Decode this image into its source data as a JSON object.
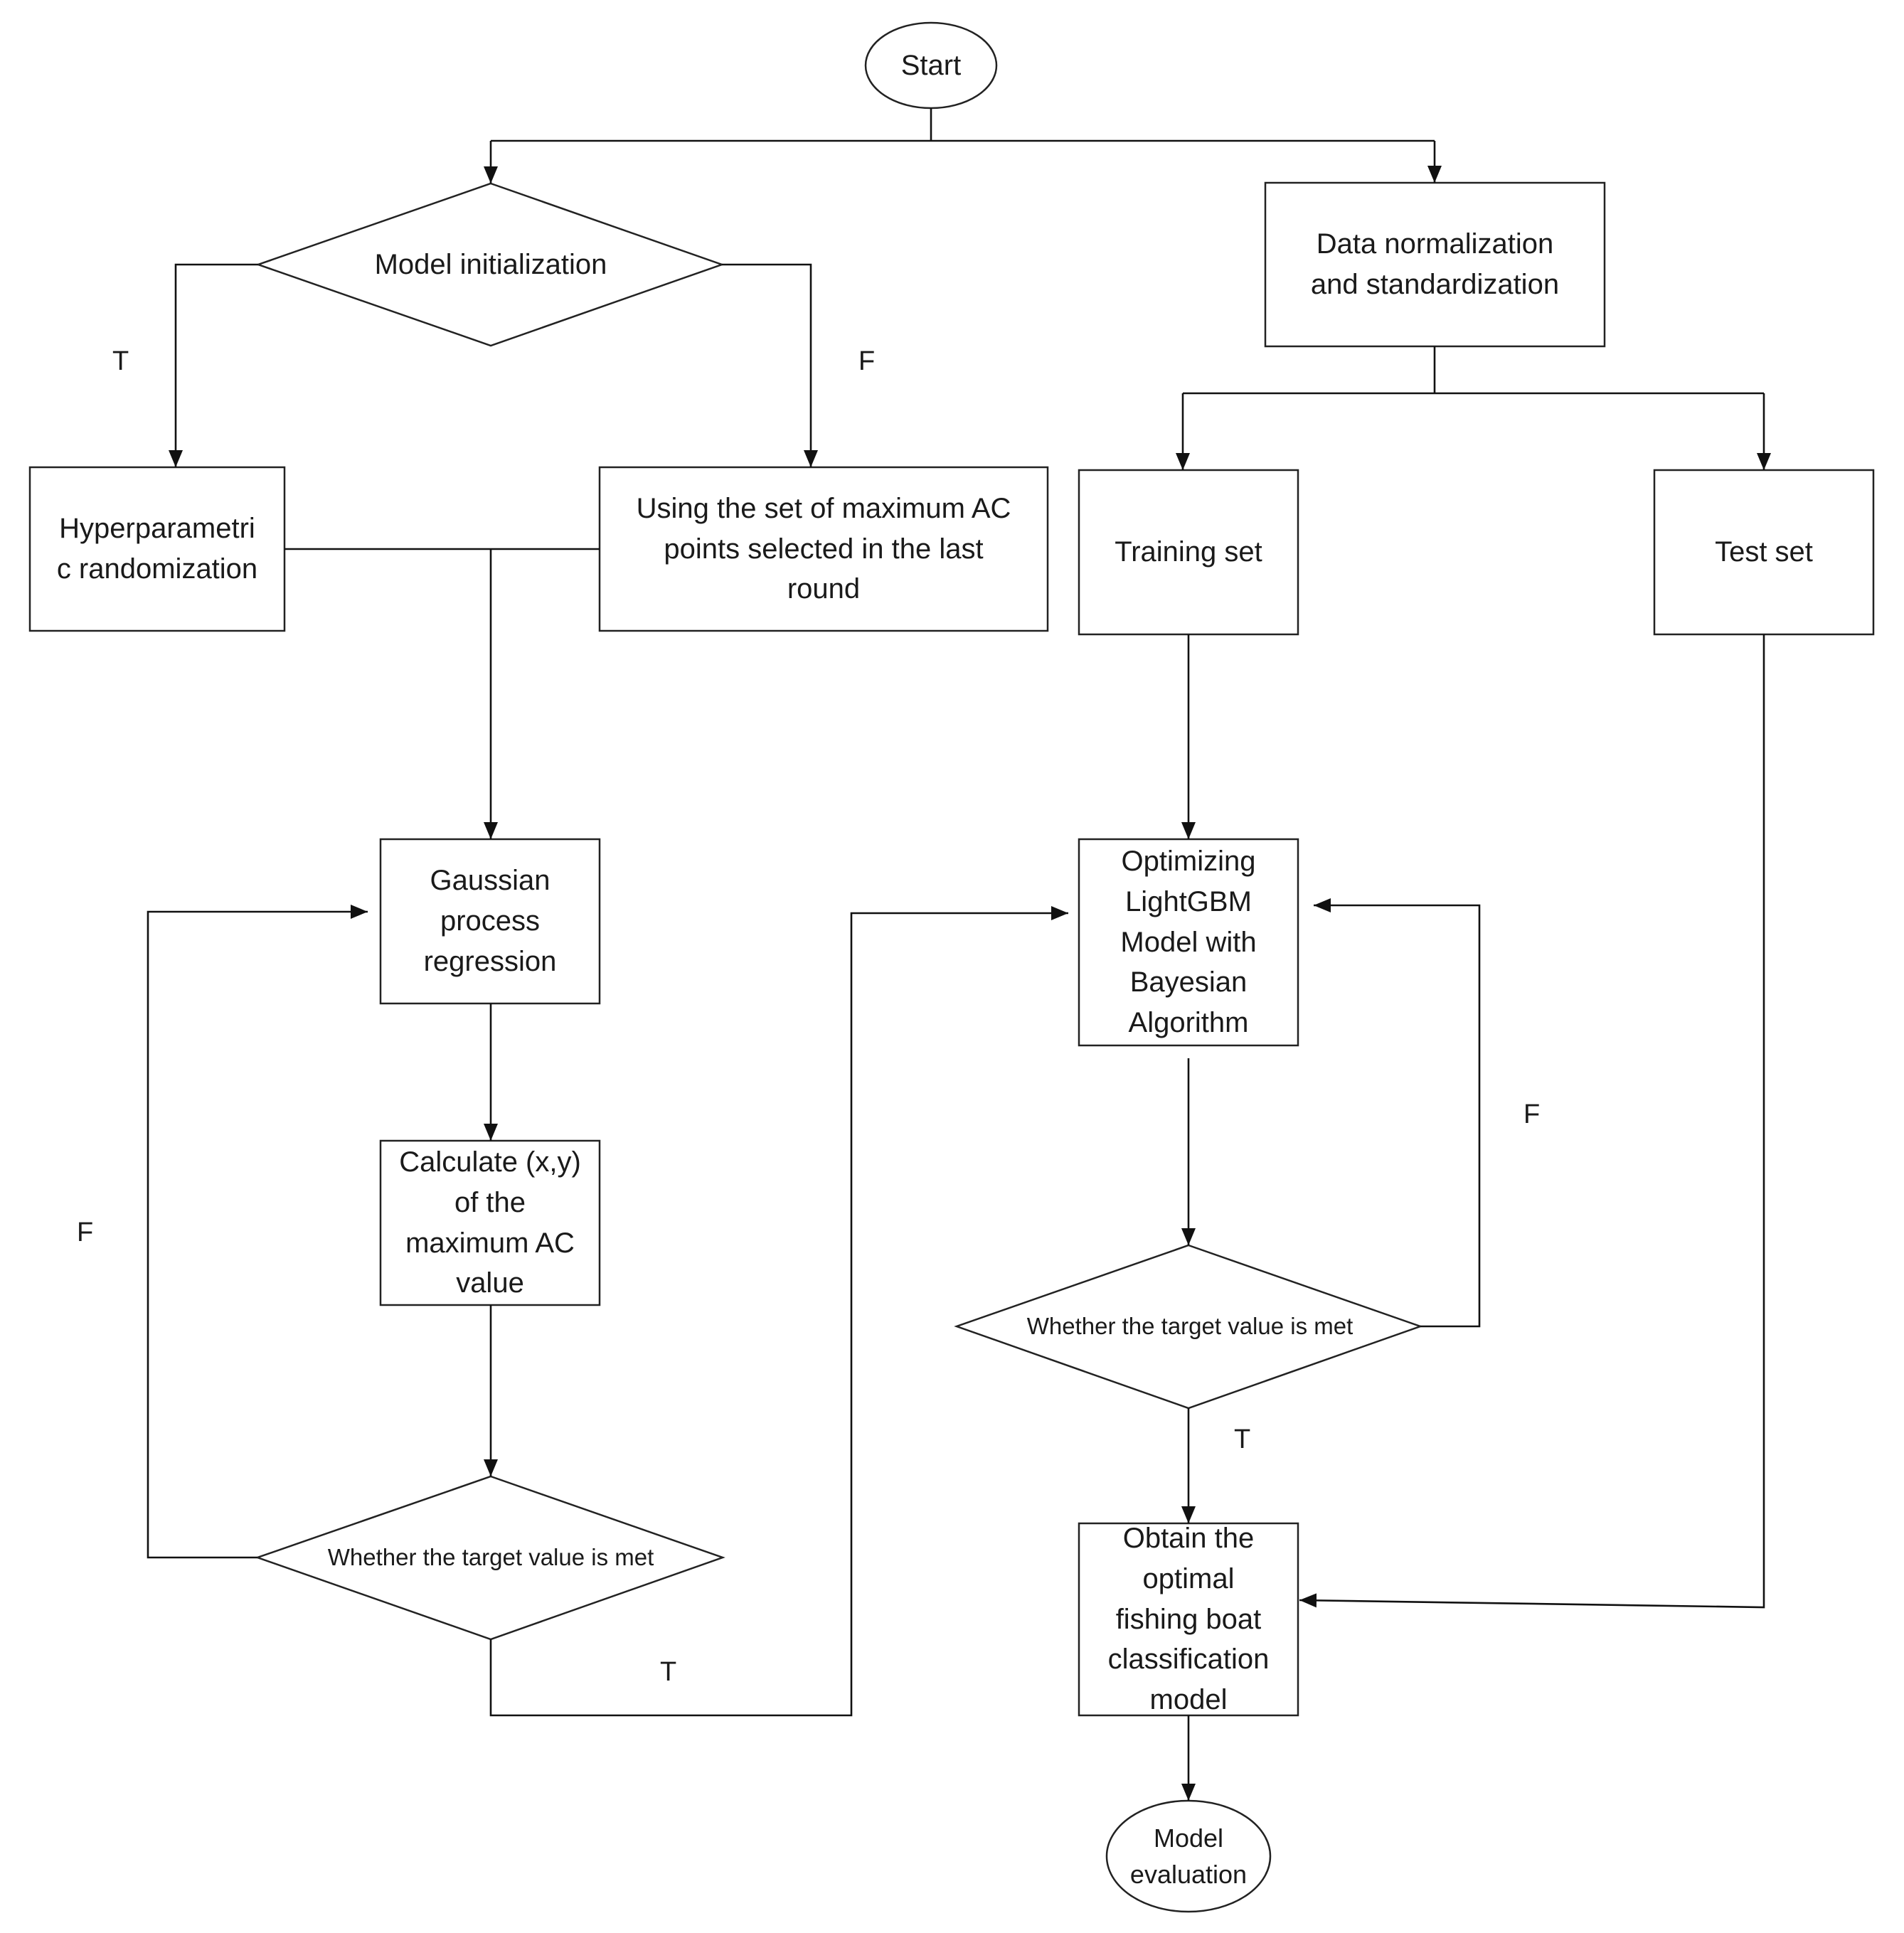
{
  "nodes": {
    "start": "Start",
    "model_init": "Model initialization",
    "data_norm": "Data normalization\nand standardization",
    "hyper_random": "Hyperparametri\nc randomization",
    "max_ac_set": "Using the set of maximum AC\npoints selected in the last\nround",
    "training_set": "Training set",
    "test_set": "Test set",
    "gpr": "Gaussian\nprocess\nregression",
    "calc_xy": "Calculate (x,y)\nof the\nmaximum AC\nvalue",
    "target_left": "Whether the target value is met",
    "optimizing": "Optimizing\nLightGBM\nModel with\nBayesian\nAlgorithm",
    "target_right": "Whether the target value is met",
    "obtain": "Obtain the\noptimal\nfishing boat\nclassification\nmodel",
    "evaluation": "Model\nevaluation"
  },
  "edge_labels": {
    "init_true": "T",
    "init_false": "F",
    "left_false": "F",
    "left_true": "T",
    "right_false": "F",
    "right_true": "T"
  }
}
